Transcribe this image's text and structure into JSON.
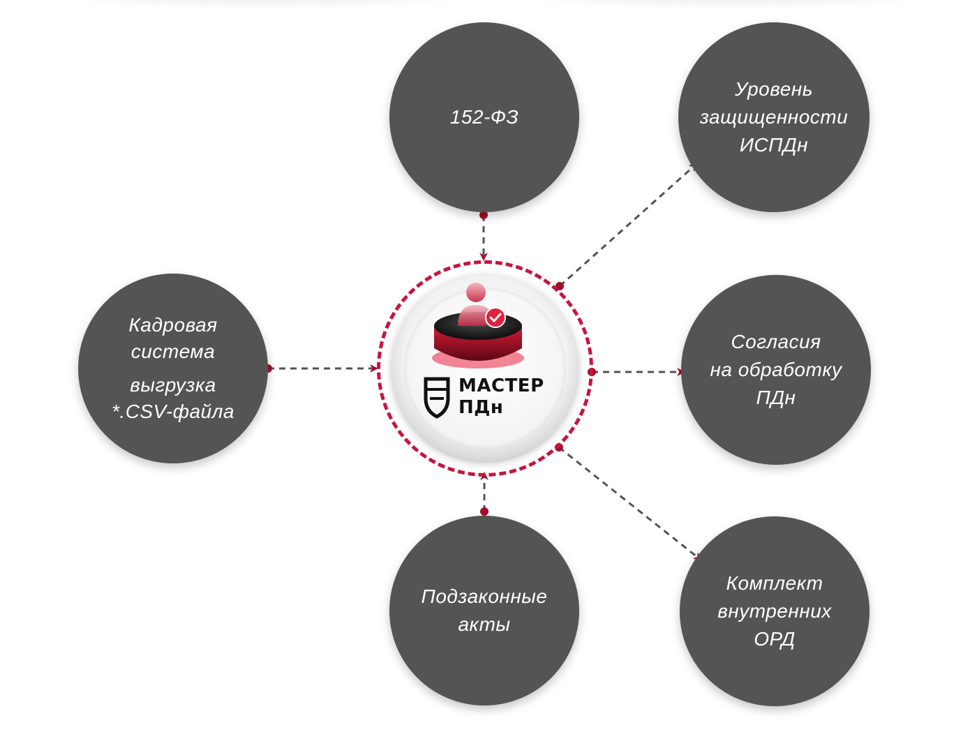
{
  "hub": {
    "logo_line1": "МАСТЕР",
    "logo_line2": "ПДн",
    "ring_color": "#c8143c",
    "icon": "user-check-icon"
  },
  "nodes": {
    "fz152": {
      "lines": [
        "152-ФЗ"
      ]
    },
    "security_level": {
      "lines": [
        "Уровень",
        "защищенности",
        "ИСПДн"
      ]
    },
    "hr_system": {
      "lines": [
        "Кадровая",
        "система",
        "выгрузка",
        "*.CSV-файла"
      ]
    },
    "consents": {
      "lines": [
        "Согласия",
        "на обработку",
        "ПДн"
      ]
    },
    "bylaws": {
      "lines": [
        "Подзаконные",
        "акты"
      ]
    },
    "internal_docs": {
      "lines": [
        "Комплект",
        "внутренних",
        "ОРД"
      ]
    }
  },
  "colors": {
    "node_fill": "#545454",
    "connector": "#4f5459",
    "arrow_accent": "#a0102c"
  }
}
